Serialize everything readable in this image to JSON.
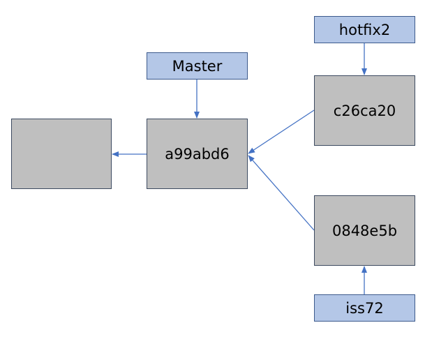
{
  "colors": {
    "commit_fill": "#bfbfbf",
    "label_fill": "#b4c7e7",
    "arrow": "#4472c4"
  },
  "commits": {
    "root": {
      "hash": ""
    },
    "a99abd6": {
      "hash": "a99abd6"
    },
    "c26ca20": {
      "hash": "c26ca20"
    },
    "0848e5b": {
      "hash": "0848e5b"
    }
  },
  "branches": {
    "master": "Master",
    "hotfix2": "hotfix2",
    "iss72": "iss72"
  }
}
